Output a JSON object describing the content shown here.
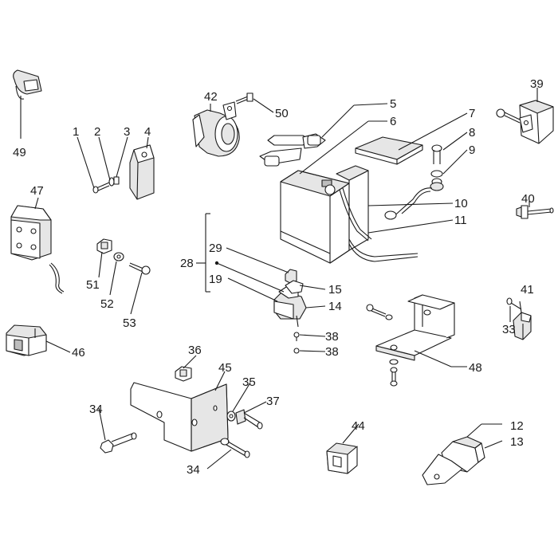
{
  "callouts": [
    {
      "id": "c1",
      "label": "1"
    },
    {
      "id": "c2",
      "label": "2"
    },
    {
      "id": "c3",
      "label": "3"
    },
    {
      "id": "c4",
      "label": "4"
    },
    {
      "id": "c5",
      "label": "5"
    },
    {
      "id": "c6",
      "label": "6"
    },
    {
      "id": "c7",
      "label": "7"
    },
    {
      "id": "c8",
      "label": "8"
    },
    {
      "id": "c9",
      "label": "9"
    },
    {
      "id": "c10",
      "label": "10"
    },
    {
      "id": "c11",
      "label": "11"
    },
    {
      "id": "c12",
      "label": "12"
    },
    {
      "id": "c13",
      "label": "13"
    },
    {
      "id": "c14",
      "label": "14"
    },
    {
      "id": "c15",
      "label": "15"
    },
    {
      "id": "c19",
      "label": "19"
    },
    {
      "id": "c28",
      "label": "28"
    },
    {
      "id": "c29",
      "label": "29"
    },
    {
      "id": "c33",
      "label": "33"
    },
    {
      "id": "c34a",
      "label": "34"
    },
    {
      "id": "c34b",
      "label": "34"
    },
    {
      "id": "c35",
      "label": "35"
    },
    {
      "id": "c36",
      "label": "36"
    },
    {
      "id": "c37",
      "label": "37"
    },
    {
      "id": "c38a",
      "label": "38"
    },
    {
      "id": "c38b",
      "label": "38"
    },
    {
      "id": "c39",
      "label": "39"
    },
    {
      "id": "c40",
      "label": "40"
    },
    {
      "id": "c41",
      "label": "41"
    },
    {
      "id": "c42",
      "label": "42"
    },
    {
      "id": "c44",
      "label": "44"
    },
    {
      "id": "c45",
      "label": "45"
    },
    {
      "id": "c46",
      "label": "46"
    },
    {
      "id": "c47",
      "label": "47"
    },
    {
      "id": "c48",
      "label": "48"
    },
    {
      "id": "c49",
      "label": "49"
    },
    {
      "id": "c50",
      "label": "50"
    },
    {
      "id": "c51",
      "label": "51"
    },
    {
      "id": "c52",
      "label": "52"
    },
    {
      "id": "c53",
      "label": "53"
    }
  ]
}
